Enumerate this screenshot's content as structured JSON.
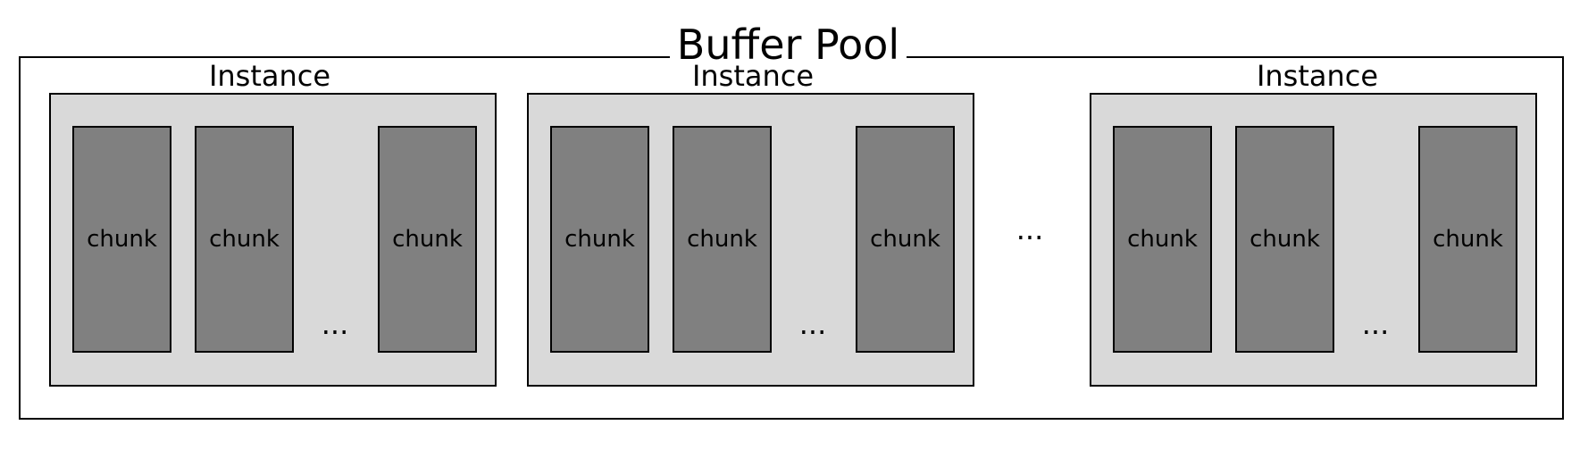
{
  "diagram": {
    "title": "Buffer Pool",
    "instance_label": "Instance",
    "chunk_label": "chunk",
    "ellipsis": "···",
    "instances": [
      {
        "label": "Instance",
        "chunks": [
          "chunk",
          "chunk",
          "chunk"
        ],
        "ellipsis": "···"
      },
      {
        "label": "Instance",
        "chunks": [
          "chunk",
          "chunk",
          "chunk"
        ],
        "ellipsis": "···"
      },
      {
        "label": "Instance",
        "chunks": [
          "chunk",
          "chunk",
          "chunk"
        ],
        "ellipsis": "···"
      }
    ],
    "between_instances_ellipsis": "···",
    "colors": {
      "background": "#ffffff",
      "instance_fill": "#d9d9d9",
      "chunk_fill": "#808080",
      "stroke": "#000000"
    }
  }
}
